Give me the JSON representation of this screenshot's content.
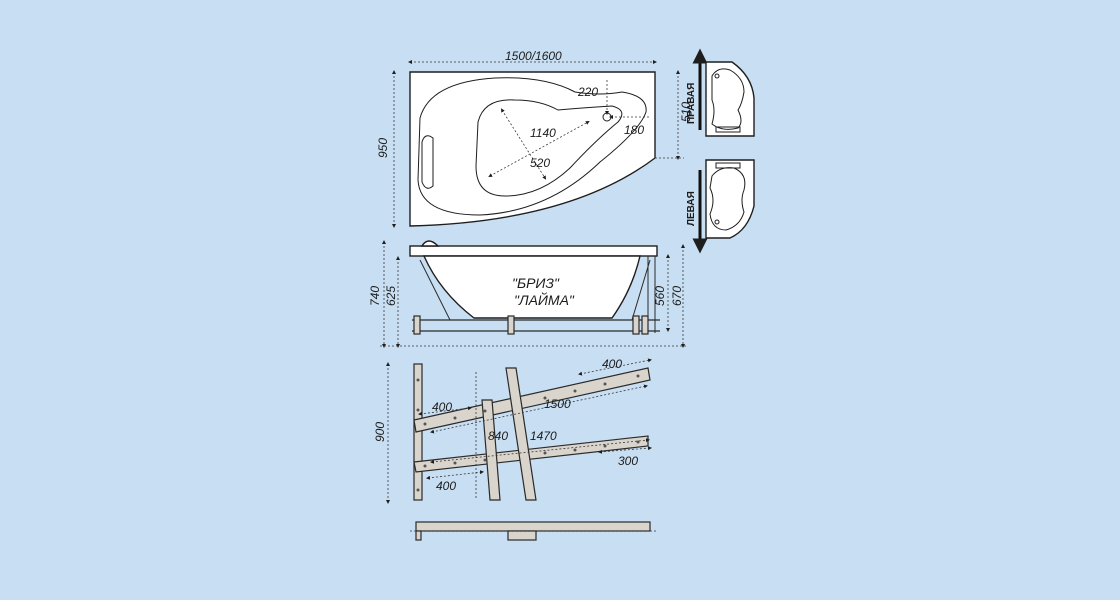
{
  "top_view": {
    "width_label": "1500/1600",
    "height_label": "950",
    "right_height_label": "510",
    "drain_offset_label": "220",
    "drain_side_label": "180",
    "inner_length_label": "1140",
    "inner_width_label": "520"
  },
  "side_view": {
    "total_height_label": "740",
    "rim_height_label": "625",
    "inner_depth_label": "560",
    "leg_height_label": "670",
    "model_name_1": "\"БРИЗ\"",
    "model_name_2": "\"ЛАЙМА\""
  },
  "variants": {
    "right_label": "ПРАВАЯ",
    "left_label": "ЛЕВАЯ"
  },
  "frame_view": {
    "height_label": "900",
    "bar_label_top_right": "400",
    "bar_label_top_left": "400",
    "long_bar_label_top": "1500",
    "cross_label": "840",
    "long_bar_label_bottom": "1470",
    "bar_label_bottom_right": "300",
    "bar_label_bottom_left": "400"
  },
  "colors": {
    "background": "#c8def2",
    "outline": "#1e1e1e",
    "fill": "#ffffff",
    "frame": "#d9d4cc"
  }
}
